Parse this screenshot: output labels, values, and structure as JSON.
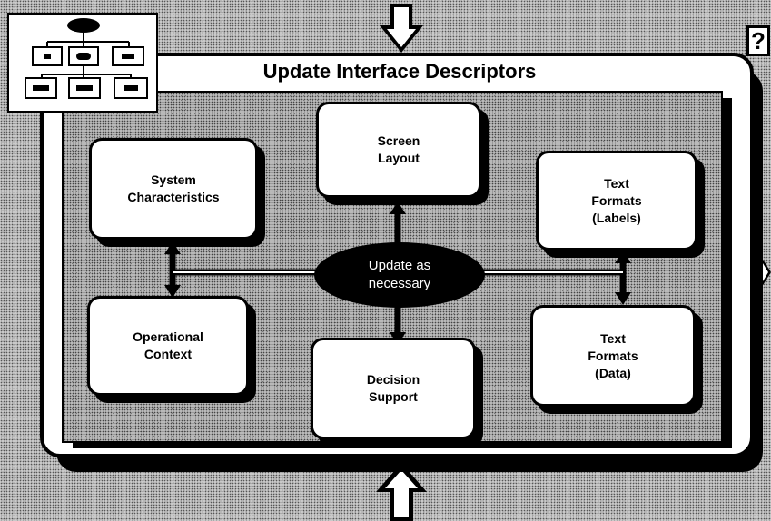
{
  "title": "Update Interface Descriptors",
  "center": {
    "label": "Update as\nnecessary"
  },
  "boxes": {
    "system": "System\nCharacteristics",
    "screen": "Screen\nLayout",
    "labels": "Text\nFormats\n(Labels)",
    "operational": "Operational\nContext",
    "decision": "Decision\nSupport",
    "data": "Text\nFormats\n(Data)"
  },
  "help_icon": "?",
  "icons": [
    "question-mark-icon",
    "arrow-down-icon",
    "arrow-up-icon",
    "arrow-right-icon",
    "flowchart-thumbnail-icon"
  ]
}
